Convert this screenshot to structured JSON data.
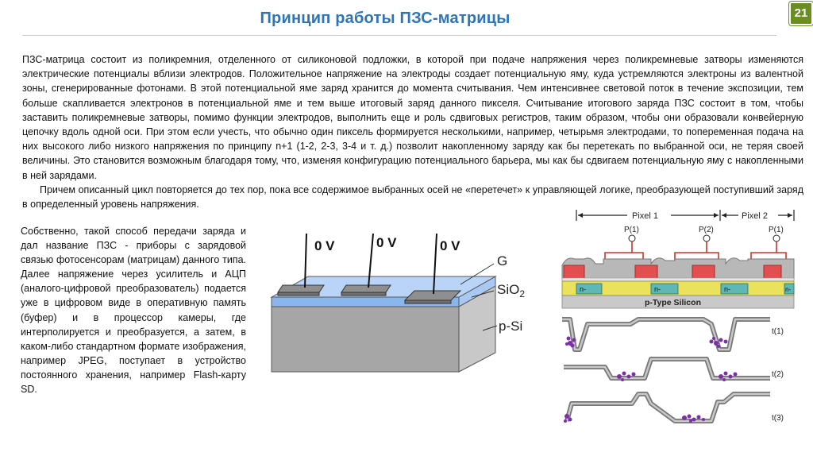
{
  "slide": {
    "title": "Принцип работы ПЗС-матрицы",
    "page_number": "21"
  },
  "main_text": {
    "p1": "ПЗС-матрица состоит из поликремния, отделенного от силиконовой подложки, в которой при подаче напряжения через поликремневые затворы изменяются электрические потенциалы вблизи электродов. Положительное напряжение на электроды создает потенциальную яму, куда устремляются электроны из валентной зоны, сгенерированные фотонами. В этой потенциальной яме заряд хранится до момента считывания. Чем интенсивнее световой поток в течение экспозиции, тем больше скапливается электронов в потенциальной яме и тем выше итоговый заряд данного пикселя. Считывание итогового заряда ПЗС состоит в том, чтобы заставить поликремневые затворы, помимо функции электродов, выполнить еще и роль сдвиговых регистров, таким образом, чтобы они образовали конвейерную цепочку вдоль одной оси. При этом если учесть, что обычно один пиксель формируется несколькими, например, четырьмя электродами, то попеременная подача на них высокого либо низкого напряжения по принципу n+1 (1-2, 2-3, 3-4 и т. д.) позволит накопленному заряду как бы перетекать по выбранной оси, не теряя своей величины. Это становится возможным благодаря тому, что, изменяя конфигурацию потенциального барьера, мы как бы сдвигаем потенциальную яму с накопленными в ней зарядами.",
    "p2": "Причем описанный цикл повторяется до тех пор, пока все содержимое выбранных осей не «перетечет» к управляющей логике, преобразующей поступивший заряд в определенный уровень напряжения."
  },
  "side_text": "Собственно, такой способ передачи заряда и дал название ПЗС - приборы с зарядовой связью фотосенсорам (матрицам) данного типа. Далее напряжение через усилитель и АЦП (аналого-цифровой преобразователь) подается уже в цифровом виде в оперативную память (буфер) и в процессор камеры, где интерполируется и преобразуется, а затем, в каком-либо стандартном формате изображения, например JPEG, поступает в устройство постоянного хранения, например Flash-карту SD.",
  "figure_left": {
    "voltages": [
      "0 V",
      "0 V",
      "0 V"
    ],
    "label_gate": "G",
    "label_oxide": "SiO",
    "label_oxide_sub": "2",
    "label_substrate": "p-Si"
  },
  "figure_right": {
    "pixel1": "Pixel 1",
    "pixel2": "Pixel 2",
    "gates": [
      "P(1)",
      "P(2)",
      "P(1)"
    ],
    "n_regions": [
      "n-",
      "n-",
      "n-",
      "n-"
    ],
    "substrate": "p-Type Silicon",
    "times": [
      "t(1)",
      "t(2)",
      "t(3)"
    ]
  },
  "colors": {
    "title": "#2e75b6",
    "badge": "#6b8e23",
    "gate_red": "#e34f4f",
    "n_region": "#5fb8b5",
    "yellow_layer": "#e9e25a",
    "electron": "#7b2fa8"
  }
}
